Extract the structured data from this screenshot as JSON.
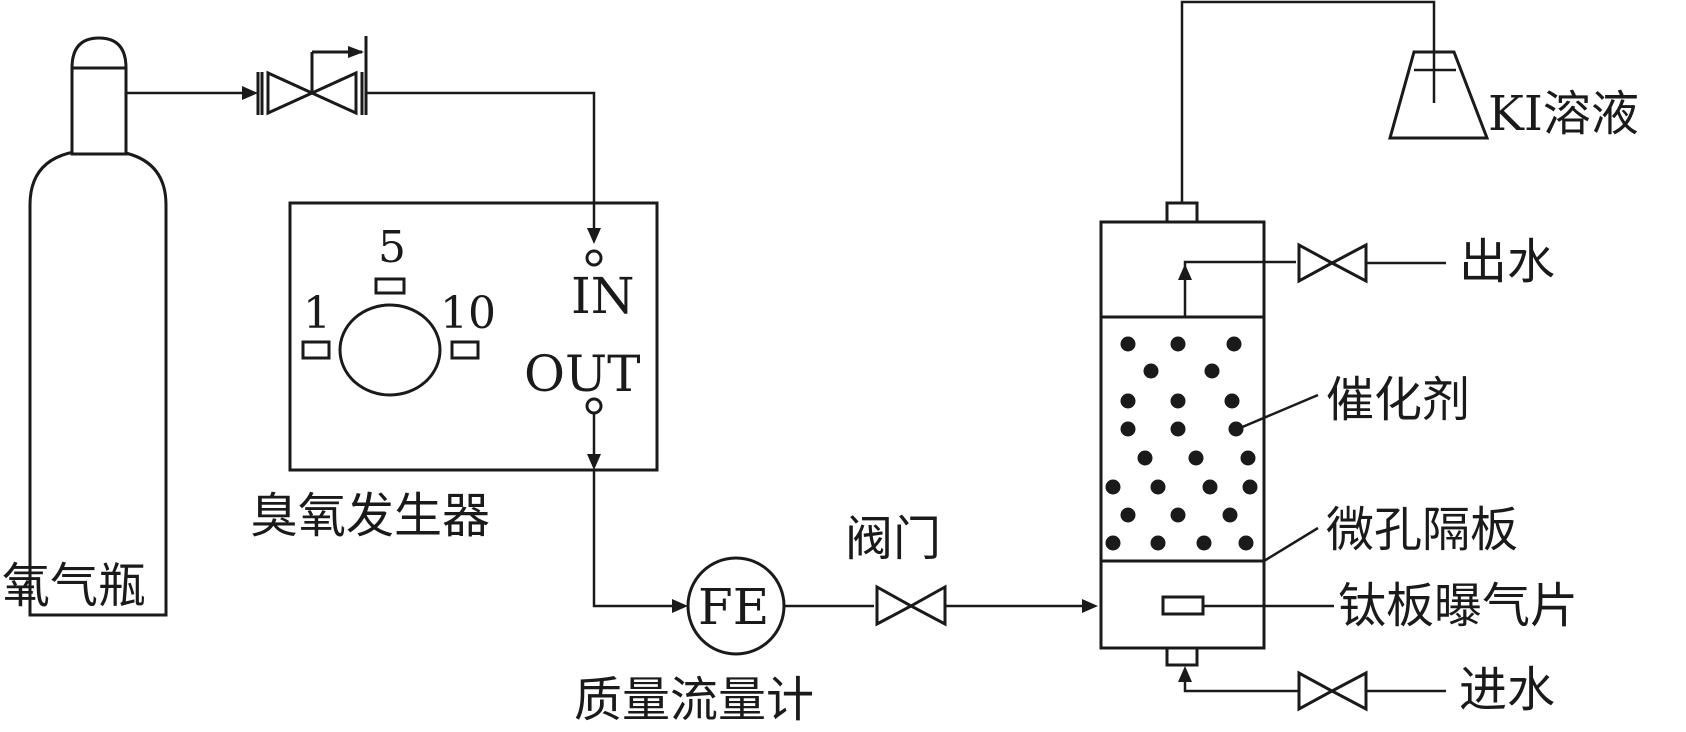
{
  "labels": {
    "oxygen_cylinder": "氧气瓶",
    "ozone_generator": "臭氧发生器",
    "gen_in": "IN",
    "gen_out": "OUT",
    "dial_1": "1",
    "dial_5": "5",
    "dial_10": "10",
    "flow_meter_symbol": "FE",
    "mass_flow_meter": "质量流量计",
    "valve": "阀门",
    "ki_solution": "KI溶液",
    "water_out": "出水",
    "catalyst": "催化剂",
    "micro_partition": "微孔隔板",
    "titanium_aerator": "钛板曝气片",
    "water_in": "进水"
  }
}
